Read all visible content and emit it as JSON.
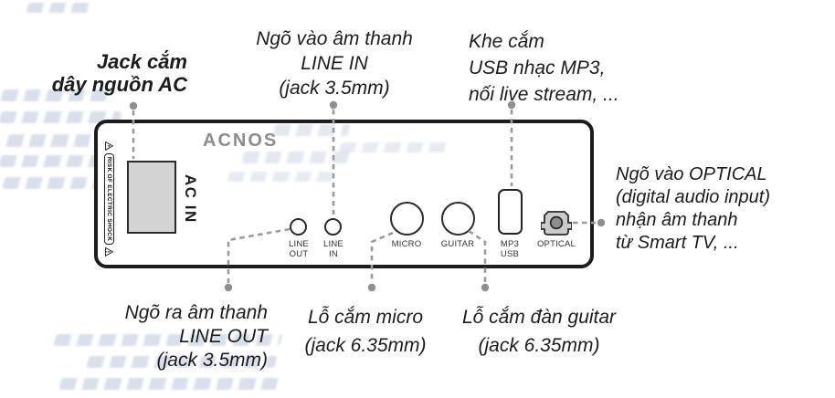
{
  "panel": {
    "brand": "ACNOS",
    "warning": "RISK OF ELECTRIC SHOCK",
    "ports": {
      "ac_in": "AC IN",
      "line_out_1": "LINE",
      "line_out_2": "OUT",
      "line_in_1": "LINE",
      "line_in_2": "IN",
      "micro": "MICRO",
      "guitar": "GUITAR",
      "usb_1": "MP3",
      "usb_2": "USB",
      "optical": "OPTICAL"
    }
  },
  "callouts": {
    "ac": {
      "line1": "Jack cắm",
      "line2": "dây nguồn AC"
    },
    "line_in": {
      "line1": "Ngõ vào âm thanh",
      "line2": "LINE IN",
      "line3": "(jack 3.5mm)"
    },
    "usb": {
      "line1": "Khe cắm",
      "line2": "USB nhạc MP3,",
      "line3": "nối live stream, ..."
    },
    "optical": {
      "line1": "Ngõ vào OPTICAL",
      "line2": "(digital audio input)",
      "line3": "nhận âm thanh",
      "line4": "từ Smart TV, ..."
    },
    "line_out": {
      "line1": "Ngõ ra âm thanh",
      "line2": "LINE OUT",
      "line3": "(jack 3.5mm)"
    },
    "micro": {
      "line1": "Lỗ cắm micro",
      "line2": "(jack 6.35mm)"
    },
    "guitar": {
      "line1": "Lỗ cắm đàn guitar",
      "line2": "(jack 6.35mm)"
    }
  },
  "colors": {
    "panel_stroke": "#1d1d1d",
    "logo_gray": "#8c8c8c",
    "callout_line_gray": "#9a9a9a",
    "inlet_fill": "#d3d3d3",
    "optical_fill": "#cbcbcb",
    "watermark": "#acbbd4"
  }
}
